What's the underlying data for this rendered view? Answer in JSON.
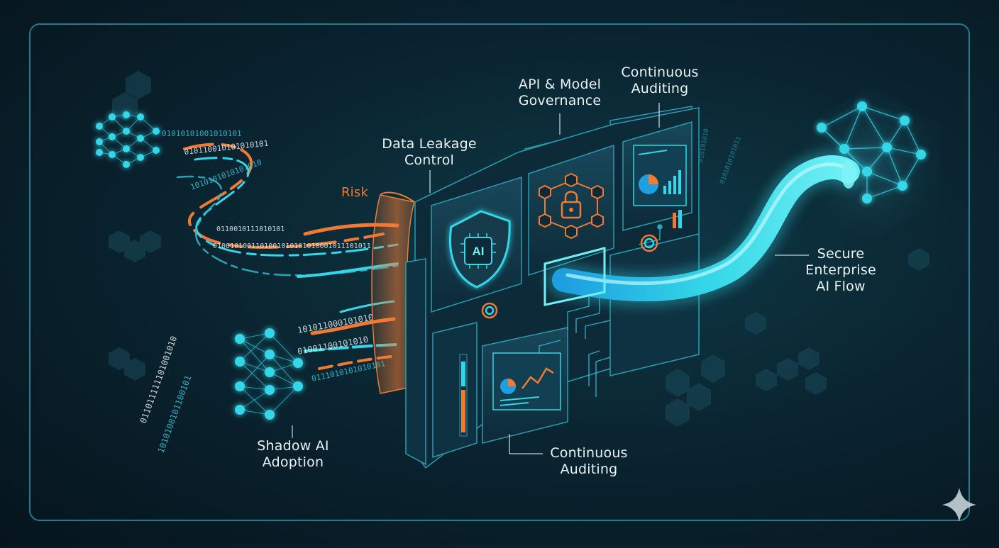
{
  "labels": {
    "data_leakage": [
      "Data Leakage",
      "Control"
    ],
    "api_governance": [
      "API & Model",
      "Governance"
    ],
    "continuous_auditing_top": [
      "Continuous",
      "Auditing"
    ],
    "risk": "Risk",
    "secure_flow": [
      "Secure",
      "Enterprise",
      "AI Flow"
    ],
    "shadow_ai": [
      "Shadow AI",
      "Adoption"
    ],
    "continuous_auditing_bottom": [
      "Continuous",
      "Auditing"
    ],
    "shield_text": "AI"
  },
  "binary_streams": [
    "01010101001010101",
    "010110010101010101",
    "1010101010101010",
    "0100101001101001010101010001011101011",
    "0110010111010101",
    "101011000101010",
    "01001100101010",
    "0111010101010101",
    "011011111101001010",
    "1010100101100101",
    "010101010",
    "0101010101011"
  ],
  "colors": {
    "accent_cyan": "#34d6e8",
    "accent_orange": "#f07a34",
    "frame": "#2a9bb0",
    "text": "#e9f3f6"
  },
  "icons": [
    "neural-network-icon",
    "shield-ai-icon",
    "lock-network-icon",
    "pie-chart-icon",
    "line-chart-icon",
    "sparkle-icon"
  ]
}
